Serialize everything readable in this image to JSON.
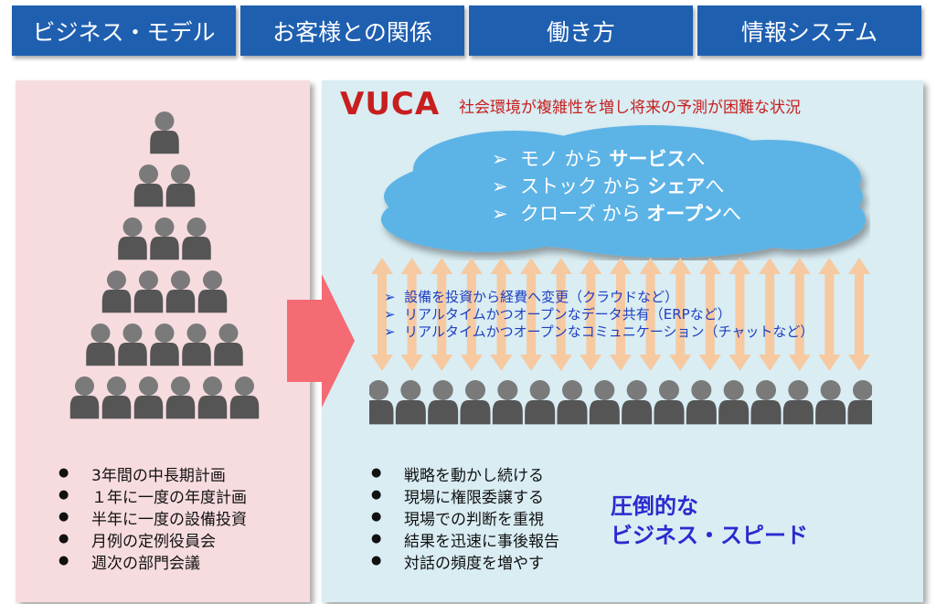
{
  "tabs": [
    "ビジネス・モデル",
    "お客様との関係",
    "働き方",
    "情報システム"
  ],
  "vuca": {
    "title": "VUCA",
    "description": "社会環境が複雑性を増し将来の予測が困難な状況"
  },
  "cloud": [
    {
      "pre": "モノ から ",
      "bold": "サービス",
      "post": "へ"
    },
    {
      "pre": "ストック から ",
      "bold": "シェア",
      "post": "へ"
    },
    {
      "pre": "クローズ から ",
      "bold": "オープン",
      "post": "へ"
    }
  ],
  "cloud_marker": "➢",
  "arrow_items": [
    "設備を投資から経費へ変更（クラウドなど）",
    "リアルタイムかつオープンなデータ共有（ERPなど）",
    "リアルタイムかつオープンなコミュニケーション（チャットなど）"
  ],
  "arrow_marker": "➢",
  "left_bullets": [
    "3年間の中長期計画",
    "１年に一度の年度計画",
    "半年に一度の設備投資",
    "月例の定例役員会",
    "週次の部門会議"
  ],
  "right_bullets": [
    "戦略を動かし続ける",
    "現場に権限委譲する",
    "現場での判断を重視",
    "結果を迅速に事後報告",
    "対話の頻度を増やす"
  ],
  "speed": {
    "line1": "圧倒的な",
    "line2": "ビジネス・スピード"
  },
  "colors": {
    "tab": "#1f5fb0",
    "left_panel": "#f7dcdf",
    "right_panel": "#d9edf3",
    "cloud": "#5bb3e6",
    "arrow": "#f6c9a0",
    "person": "#555555",
    "person_head": "#7a7a7a",
    "big_arrow": "#f46b73",
    "vuca_red": "#c81e1e",
    "speed_blue": "#2a2ad0"
  },
  "pyramid_rows": [
    1,
    2,
    3,
    4,
    5,
    6
  ],
  "crowd_count": 16
}
